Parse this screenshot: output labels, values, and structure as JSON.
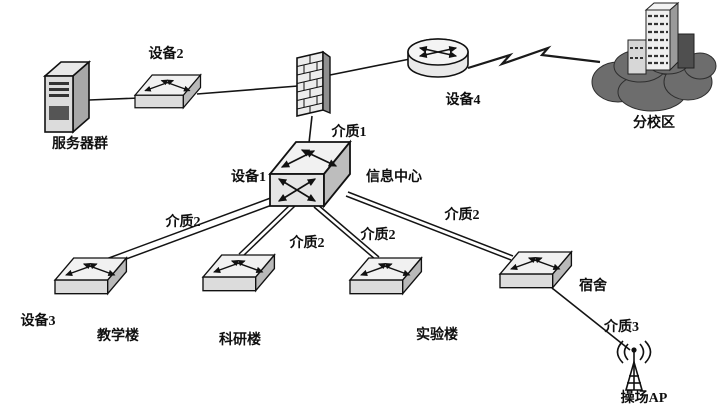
{
  "diagram": {
    "type": "campus-network-topology",
    "background": "#ffffff"
  },
  "labels": {
    "server_group": "服务器群",
    "device2": "设备2",
    "medium1": "介质1",
    "device4": "设备4",
    "branch_campus": "分校区",
    "device1": "设备1",
    "info_center": "信息中心",
    "medium2": "介质2",
    "device3": "设备3",
    "teaching_building": "教学楼",
    "research_building": "科研楼",
    "lab_building": "实验楼",
    "dormitory": "宿舍",
    "medium3": "介质3",
    "playground_ap": "操场AP"
  },
  "edges": [
    {
      "from": "server_group",
      "to": "device2"
    },
    {
      "from": "device2",
      "to": "medium1"
    },
    {
      "from": "medium1",
      "to": "device4"
    },
    {
      "from": "device4",
      "to": "branch_campus",
      "style": "lightning"
    },
    {
      "from": "medium1",
      "to": "device1"
    },
    {
      "from": "device1",
      "to": "device3",
      "label": "medium2",
      "style": "double"
    },
    {
      "from": "device1",
      "to": "research_building",
      "label": "medium2",
      "style": "double"
    },
    {
      "from": "device1",
      "to": "lab_building",
      "label": "medium2",
      "style": "double"
    },
    {
      "from": "device1",
      "to": "dormitory",
      "label": "medium2",
      "style": "double"
    },
    {
      "from": "dormitory",
      "to": "playground_ap",
      "label": "medium3"
    }
  ],
  "colors": {
    "ink": "#111111",
    "device_face": "#efefef",
    "device_front": "#dcdcdc",
    "device_side": "#b9b9b9",
    "cloud": "#6d6d6d"
  }
}
